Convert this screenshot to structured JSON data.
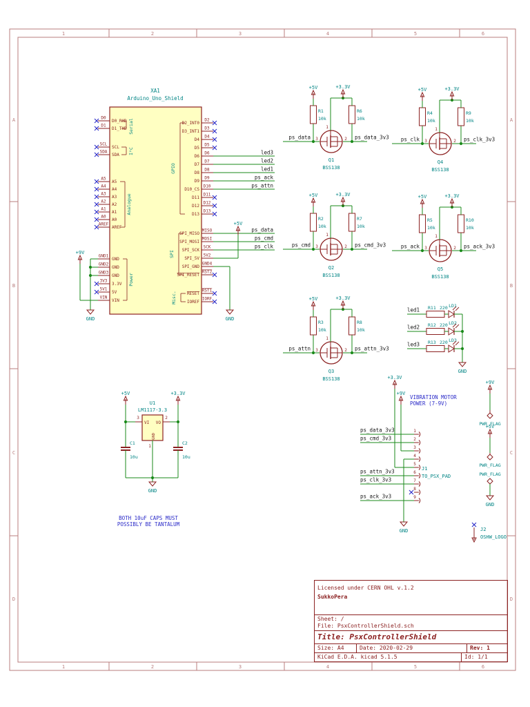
{
  "sheet": {
    "columns": [
      "1",
      "2",
      "3",
      "4",
      "5",
      "6"
    ],
    "rows": [
      "A",
      "B",
      "C",
      "D"
    ]
  },
  "colors": {
    "sym": "#8b2020",
    "frame": "#b87c7c",
    "wire": "#1a8a1a",
    "teal": "#008484",
    "fill": "#ffffc2",
    "label": "#151515",
    "pin": "#8b2020",
    "nc": "#2a2ac8",
    "note": "#2a2ac8"
  },
  "power": {
    "p5": "+5V",
    "p33": "+3.3V",
    "p9": "+9V",
    "gnd": "GND"
  },
  "arduino": {
    "ref": "XA1",
    "value": "Arduino_Uno_Shield",
    "groups_left": [
      "Serial",
      "I²C",
      "Analogue",
      "Power"
    ],
    "groups_right": [
      "GPIO",
      "SPI",
      "Misc."
    ],
    "left_pins": [
      {
        "num": "D0",
        "name": "D0_RXD",
        "nc": true
      },
      {
        "num": "D1",
        "name": "D1_TXD",
        "nc": true
      },
      {
        "num": "SCL",
        "name": "SCL",
        "nc": true
      },
      {
        "num": "SDA",
        "name": "SDA",
        "nc": true
      },
      {
        "num": "A5",
        "name": "A5",
        "nc": true
      },
      {
        "num": "A4",
        "name": "A4",
        "nc": true
      },
      {
        "num": "A3",
        "name": "A3",
        "nc": true
      },
      {
        "num": "A2",
        "name": "A2",
        "nc": true
      },
      {
        "num": "A1",
        "name": "A1",
        "nc": true
      },
      {
        "num": "A0",
        "name": "A0",
        "nc": true
      },
      {
        "num": "AREF",
        "name": "AREF",
        "nc": true
      },
      {
        "num": "GND1",
        "name": "GND"
      },
      {
        "num": "GND2",
        "name": "GND"
      },
      {
        "num": "GND3",
        "name": "GND"
      },
      {
        "num": "3V3",
        "name": "3.3V",
        "nc": true
      },
      {
        "num": "5V1",
        "name": "5V",
        "nc": true
      },
      {
        "num": "VIN",
        "name": "VIN"
      }
    ],
    "right_pins": [
      {
        "num": "D2",
        "name": "D2_INT0",
        "nc": true
      },
      {
        "num": "D3",
        "name": "D3_INT1",
        "nc": true
      },
      {
        "num": "D4",
        "name": "D4",
        "nc": true
      },
      {
        "num": "D5",
        "name": "D5",
        "nc": true
      },
      {
        "num": "D6",
        "name": "D6",
        "net": "led3"
      },
      {
        "num": "D7",
        "name": "D7",
        "net": "led2"
      },
      {
        "num": "D8",
        "name": "D8",
        "net": "led1"
      },
      {
        "num": "D9",
        "name": "D9",
        "net": "ps_ack"
      },
      {
        "num": "D10",
        "name": "D10_CS",
        "net": "ps_attn"
      },
      {
        "num": "D11",
        "name": "D11",
        "nc": true
      },
      {
        "num": "D12",
        "name": "D12",
        "nc": true
      },
      {
        "num": "D13",
        "name": "D13",
        "nc": true
      },
      {
        "num": "MISO",
        "name": "SPI_MISO",
        "net": "ps_data"
      },
      {
        "num": "MOSI",
        "name": "SPI_MOSI",
        "net": "ps_cmd"
      },
      {
        "num": "SCK",
        "name": "SPI_SCK",
        "net": "ps_clk"
      },
      {
        "num": "5V2",
        "name": "SPI_5V",
        "rail": "+5V"
      },
      {
        "num": "GND4",
        "name": "SPI_GND",
        "rail": "GND"
      },
      {
        "num": "RST2",
        "name": "SPI_RESET",
        "nc": true,
        "inv": true
      },
      {
        "num": "RST1",
        "name": "RESET",
        "nc": true,
        "inv": true
      },
      {
        "num": "IORF",
        "name": "IOREF",
        "nc": true
      }
    ]
  },
  "shifters": [
    {
      "ref": "Q1",
      "part": "BSS138",
      "rl": "R1",
      "rlv": "10k",
      "rr": "R6",
      "rrv": "10k",
      "in": "ps_data",
      "out": "ps_data_3v3",
      "p1": "1",
      "p2": "2",
      "p3": "3"
    },
    {
      "ref": "Q4",
      "part": "BSS138",
      "rl": "R4",
      "rlv": "10k",
      "rr": "R9",
      "rrv": "10k",
      "in": "ps_clk",
      "out": "ps_clk_3v3",
      "p1": "1",
      "p2": "2",
      "p3": "3"
    },
    {
      "ref": "Q2",
      "part": "BSS138",
      "rl": "R2",
      "rlv": "10k",
      "rr": "R7",
      "rrv": "10k",
      "in": "ps_cmd",
      "out": "ps_cmd_3v3",
      "p1": "1",
      "p2": "2",
      "p3": "3"
    },
    {
      "ref": "Q5",
      "part": "BSS138",
      "rl": "R5",
      "rlv": "10k",
      "rr": "R10",
      "rrv": "10k",
      "in": "ps_ack",
      "out": "ps_ack_3v3",
      "p1": "1",
      "p2": "2",
      "p3": "3"
    },
    {
      "ref": "Q3",
      "part": "BSS138",
      "rl": "R3",
      "rlv": "10k",
      "rr": "R8",
      "rrv": "10k",
      "in": "ps_attn",
      "out": "ps_attn_3v3",
      "p1": "1",
      "p2": "2",
      "p3": "3"
    }
  ],
  "leds": [
    {
      "net": "led1",
      "r": "R11",
      "rv": "220",
      "d": "LD1"
    },
    {
      "net": "led2",
      "r": "R12",
      "rv": "220",
      "d": "LD2"
    },
    {
      "net": "led3",
      "r": "R13",
      "rv": "220",
      "d": "LD3"
    }
  ],
  "regulator": {
    "ref": "U1",
    "value": "LM1117-3.3",
    "pin_in_num": "3",
    "pin_in": "VI",
    "pin_out_num": "2",
    "pin_out": "VO",
    "pin_gnd_num": "1",
    "pin_gnd": "GND",
    "c1": "C1",
    "c1v": "10u",
    "c2": "C2",
    "c2v": "10u"
  },
  "connector": {
    "ref": "J1",
    "value": "TO_PSX_PAD",
    "pins": [
      {
        "num": "1",
        "net": "ps_data_3v3"
      },
      {
        "num": "2",
        "net": "ps_cmd_3v3"
      },
      {
        "num": "3",
        "rail": "+9V"
      },
      {
        "num": "4",
        "rail": "GND"
      },
      {
        "num": "5",
        "rail": "+3.3V"
      },
      {
        "num": "6",
        "net": "ps_attn_3v3"
      },
      {
        "num": "7",
        "net": "ps_clk_3v3"
      },
      {
        "num": "8",
        "nc": true
      },
      {
        "num": "9",
        "net": "ps_ack_3v3"
      }
    ]
  },
  "flags": {
    "label": "PWR_FLAG",
    "f1": "+9V",
    "f2": "+5V",
    "f3": "GND"
  },
  "logo": {
    "ref": "J2",
    "value": "OSHW_LOGO"
  },
  "notes": {
    "caps1": "BOTH 10uF CAPS MUST",
    "caps2": "POSSIBLY BE TANTALUM",
    "motor1": "VIBRATION MOTOR",
    "motor2": "POWER (7-9V)"
  },
  "titleblock": {
    "license": "Licensed under CERN OHL v.1.2",
    "author": "SukkoPera",
    "sheet": "Sheet: /",
    "file": "File: PsxControllerShield.sch",
    "title": "Title: PsxControllerShield",
    "size": "Size: A4",
    "date": "Date: 2020-02-29",
    "rev": "Rev: 1",
    "tool": "KiCad E.D.A.  kicad 5.1.5",
    "id": "Id: 1/1"
  }
}
